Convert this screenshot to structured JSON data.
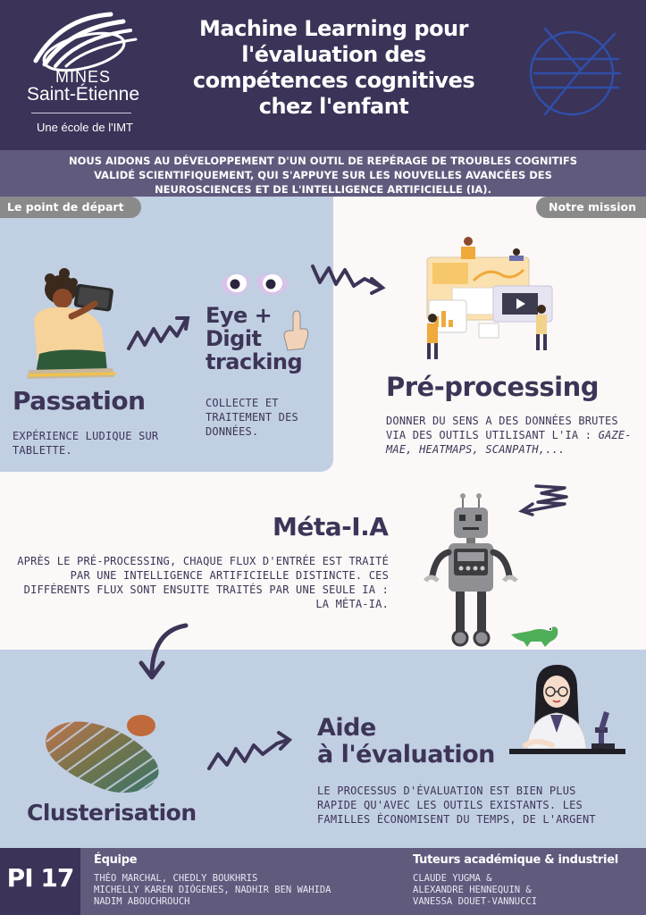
{
  "header": {
    "school_line1": "MINES",
    "school_line2": "Saint-Étienne",
    "school_tagline": "Une école de l'IMT",
    "title_lines": [
      "Machine Learning pour",
      "l'évaluation des",
      "compétences cognitives",
      "chez l'enfant"
    ]
  },
  "intro": "Nous aidons au développement d'un outil de repérage de troubles cognitifs validé scientifiquement, qui s'appuye sur les nouvelles avancées des neurosciences et de l'intelligence artificielle (IA).",
  "tabs": {
    "start": "Le point de départ",
    "mission": "Notre mission"
  },
  "steps": {
    "passation": {
      "title": "Passation",
      "desc": "Expérience ludique sur tablette."
    },
    "eye": {
      "title_lines": [
        "Eye +",
        "Digit",
        "tracking"
      ],
      "desc": "Collecte et traitement des données."
    },
    "preprocessing": {
      "title": "Pré-processing",
      "desc_plain": "Donner du sens a des données brutes via des outils utilisant l'IA : ",
      "desc_italic": "Gaze-MAE, heatmaps, scanpath,..."
    },
    "meta": {
      "title": "Méta-I.A",
      "desc": "Après le pré-processing, chaque flux d'entrée est traité par une intelligence artificielle distincte. Ces différents flux sont ensuite traités par une seule IA : la méta-IA."
    },
    "aide": {
      "title_lines": [
        "Aide",
        "à l'évaluation"
      ],
      "desc": "Le processus d'évaluation est bien plus rapide qu'avec les outils existants. Les familles économisent du temps, de l'argent"
    },
    "cluster": {
      "title": "Clusterisation"
    }
  },
  "footer": {
    "project": "PI 17",
    "team_heading": "Équipe",
    "team_lines": [
      "Théo Marchal, Chedly Boukhris",
      "Michelly Karen Diógenes, Nadhir Ben Wahida",
      "Nadim Abouchrouch"
    ],
    "tutors_heading": "Tuteurs académique & industriel",
    "tutors_lines": [
      "Claude Yugma &",
      "Alexandre Hennequin &",
      "Vanessa Douet-Vannucci"
    ]
  },
  "colors": {
    "dark_purple": "#3b3358",
    "mid_purple": "#605a7d",
    "light_blue": "#c1cfe3",
    "grey_tab": "#8a8a8a",
    "accent_blue": "#2f4fa8"
  }
}
